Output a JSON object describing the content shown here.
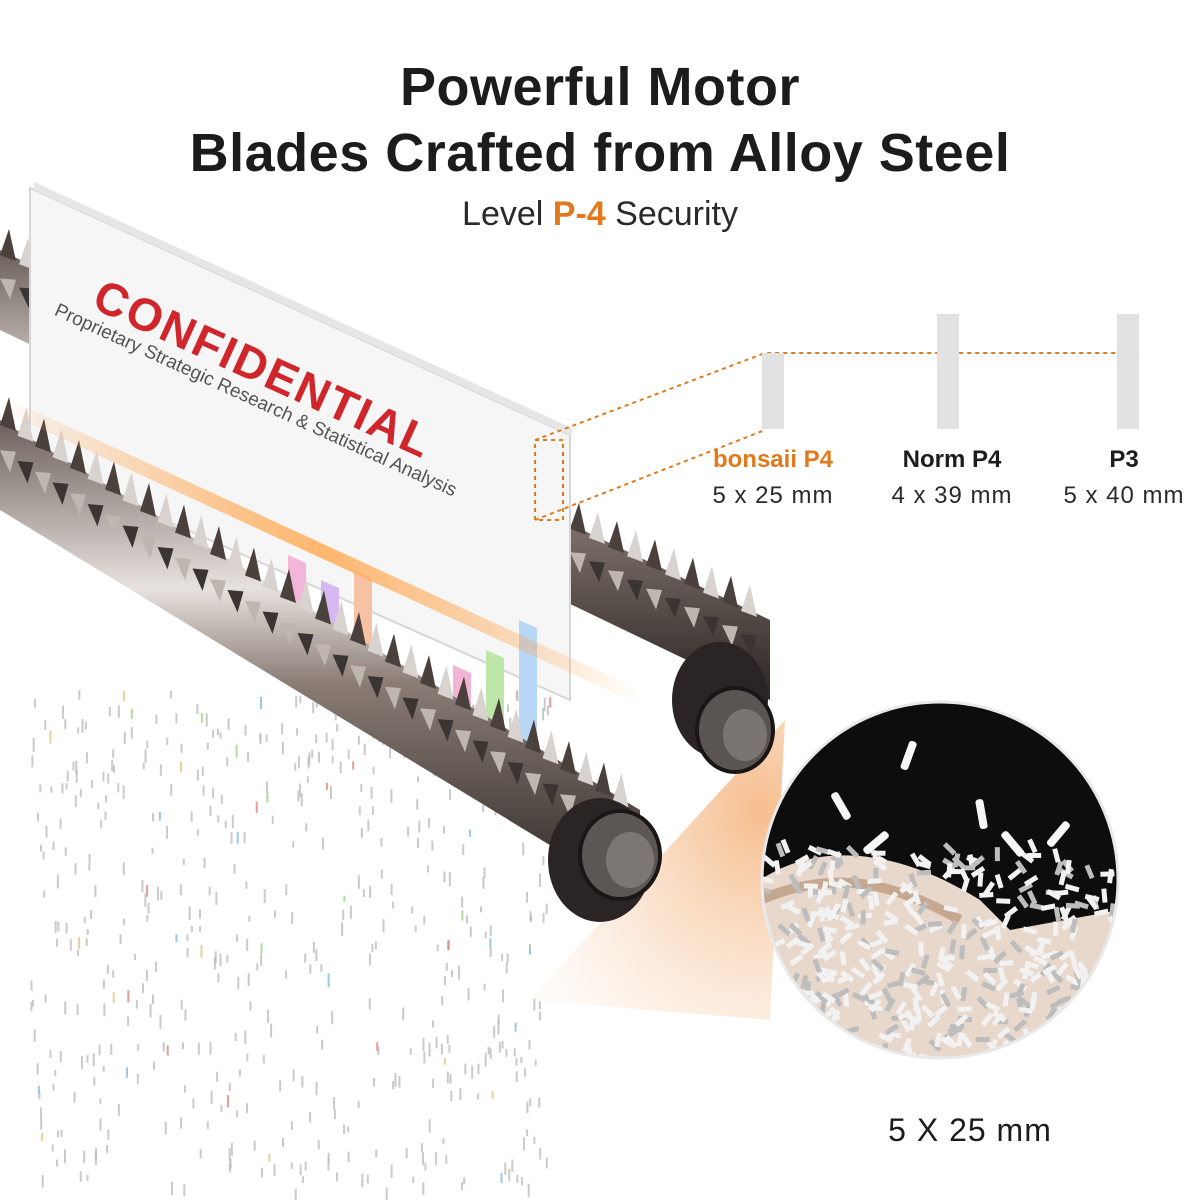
{
  "headline": {
    "line1": "Powerful Motor",
    "line2": "Blades Crafted from Alloy Steel"
  },
  "subline": {
    "prefix": "Level",
    "highlight": "P-4",
    "suffix": "Security"
  },
  "document": {
    "stamp": "CONFIDENTIAL",
    "title": "Proprietary Strategic Research & Statistical Analysis"
  },
  "comparison": [
    {
      "name": "bonsaii P4",
      "size": "5 x 25 mm"
    },
    {
      "name": "Norm P4",
      "size": "4 x 39 mm"
    },
    {
      "name": "P3",
      "size": "5 x 40 mm"
    }
  ],
  "zoom_caption": "5 X 25 mm",
  "colors": {
    "accent": "#e07a1c",
    "stamp_red": "#d0252b",
    "blade_dark": "#3a3432",
    "blade_light": "#d9d3cf",
    "zoom_bg": "#0d0d0d"
  }
}
